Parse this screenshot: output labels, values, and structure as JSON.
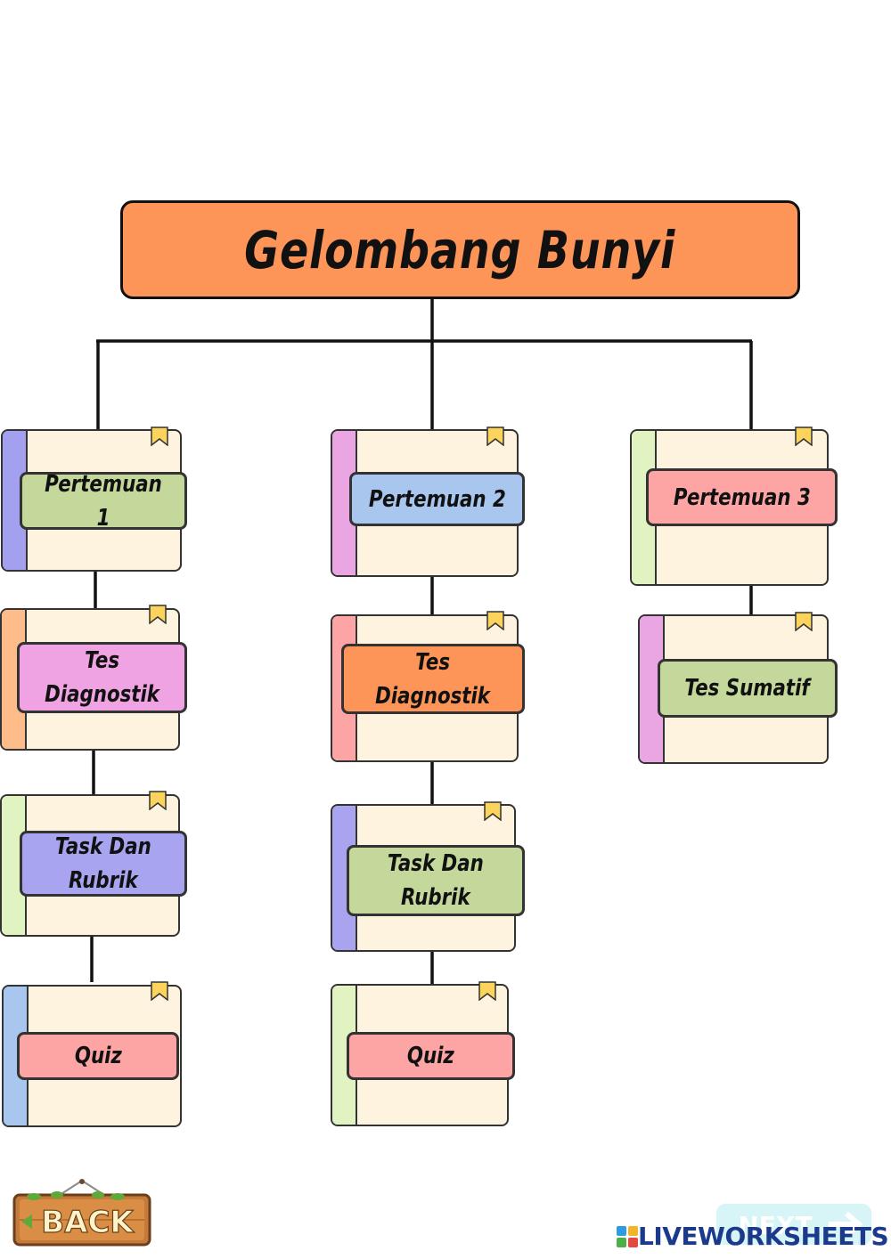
{
  "title": "Gelombang Bunyi",
  "columns": [
    {
      "cards": [
        {
          "label": "Pertemuan 1",
          "strip_color": "#a4a0f0",
          "label_color": "#c4d89c"
        },
        {
          "label": "Tes\nDiagnostik",
          "strip_color": "#fdbc89",
          "label_color": "#efa3e3"
        },
        {
          "label": "Task Dan\nRubrik",
          "strip_color": "#e2f3c2",
          "label_color": "#a8a4f0"
        },
        {
          "label": "Quiz",
          "strip_color": "#a8c6ee",
          "label_color": "#fda4a4"
        }
      ]
    },
    {
      "cards": [
        {
          "label": "Pertemuan 2",
          "strip_color": "#eaa6e3",
          "label_color": "#a8c6ee"
        },
        {
          "label": "Tes\nDiagnostik",
          "strip_color": "#fda4a4",
          "label_color": "#fd9458"
        },
        {
          "label": "Task Dan\nRubrik",
          "strip_color": "#a8a4f0",
          "label_color": "#c4d89c"
        },
        {
          "label": "Quiz",
          "strip_color": "#e2f3c2",
          "label_color": "#fda4a4"
        }
      ]
    },
    {
      "cards": [
        {
          "label": "Pertemuan 3",
          "strip_color": "#e2f3c2",
          "label_color": "#fda4a4"
        },
        {
          "label": "Tes Sumatif",
          "strip_color": "#eaa6e3",
          "label_color": "#c4d89c"
        }
      ]
    }
  ],
  "colors": {
    "title_fill": "#fd9458",
    "card_fill": "#fef3df",
    "bookmark": "#fcd45c",
    "outline": "#333333"
  },
  "nav": {
    "back_label": "BACK",
    "next_label": "NEXT"
  },
  "brand": {
    "name": "LIVEWORKSHEETS"
  }
}
